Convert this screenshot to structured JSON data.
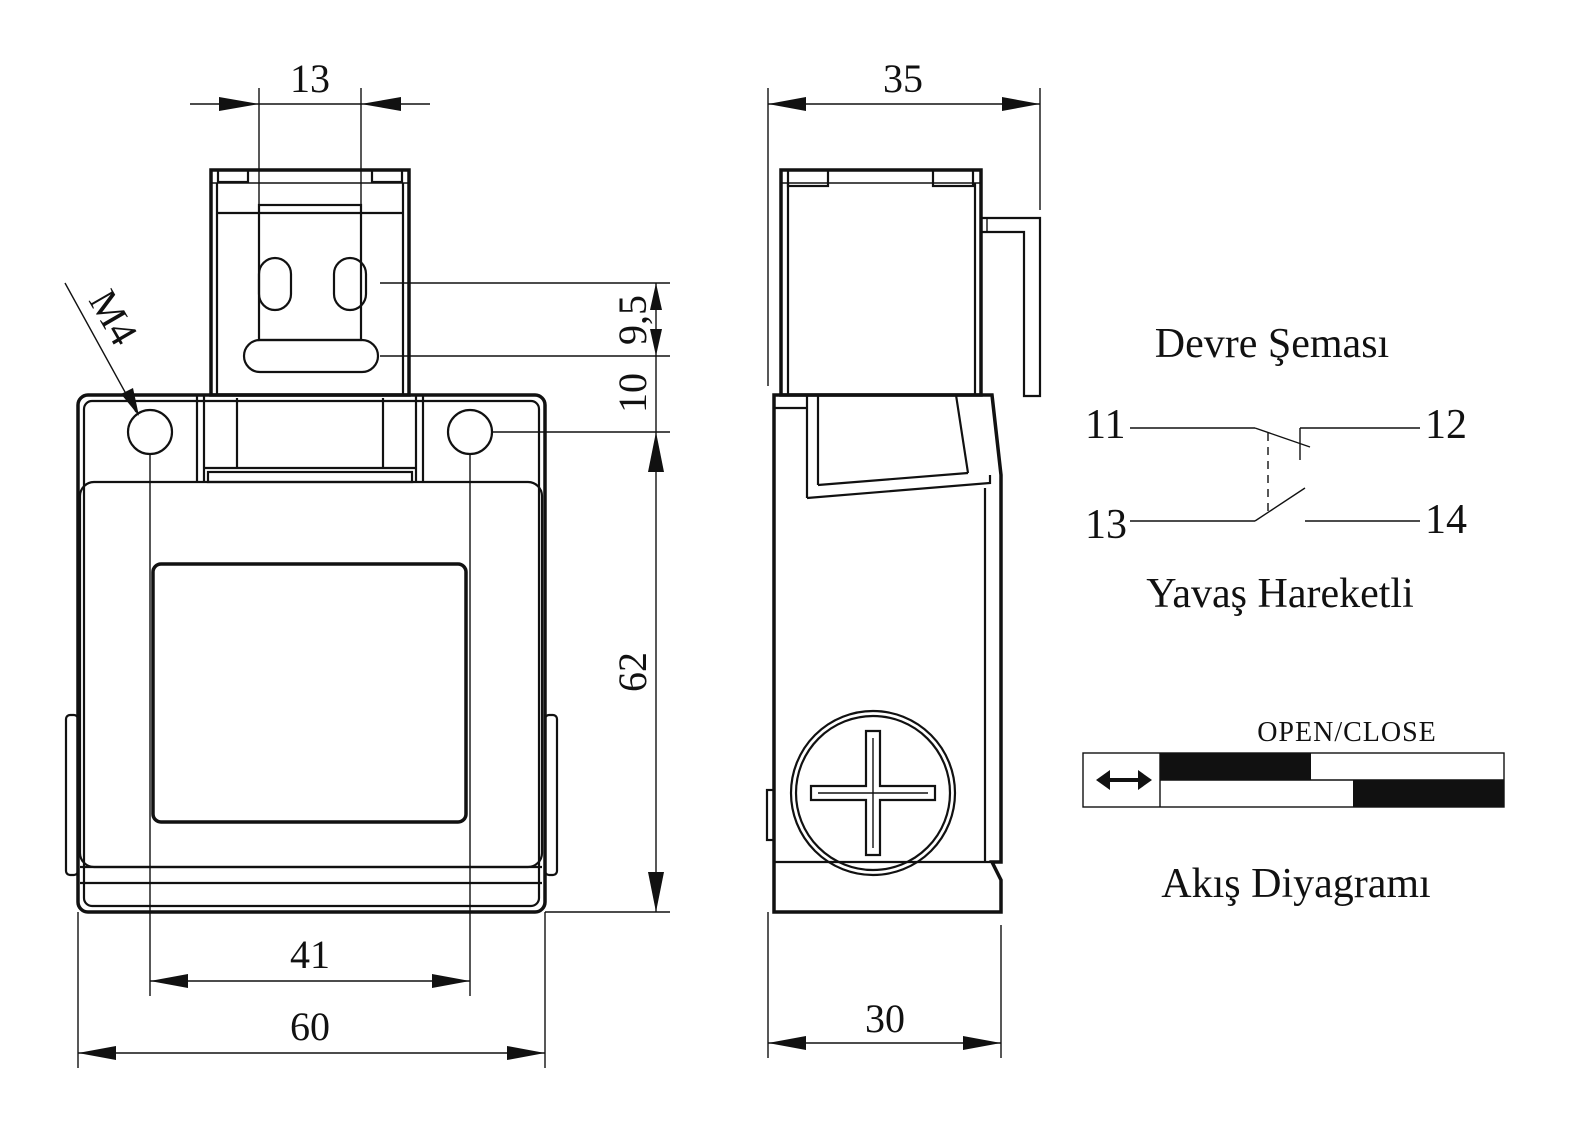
{
  "front_view": {
    "dim_top_width": "13",
    "dim_slot_offset": "9,5",
    "dim_slot_to_hole": "10",
    "dim_body_height": "62",
    "dim_hole_spacing": "41",
    "dim_overall_width": "60",
    "thread_label": "M4"
  },
  "side_view": {
    "dim_top_depth": "35",
    "dim_bottom_depth": "30"
  },
  "circuit": {
    "title": "Devre Şeması",
    "terminal_11": "11",
    "terminal_12": "12",
    "terminal_13": "13",
    "terminal_14": "14",
    "action_label": "Yavaş Hareketli"
  },
  "flow": {
    "header": "OPEN/CLOSE",
    "title": "Akış Diyagramı",
    "arrow_icon": "double-arrow-icon",
    "row1_filled_fraction": 0.44,
    "row2_filled_fraction": 0.44
  }
}
